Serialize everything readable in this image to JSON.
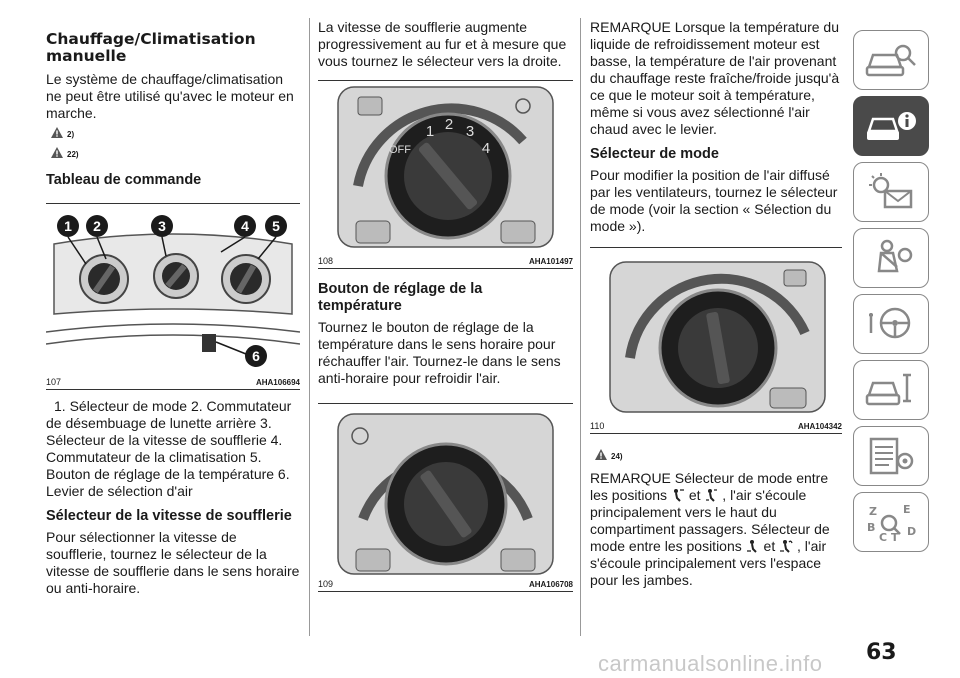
{
  "left": {
    "title_line1": "Chauffage/Climatisation",
    "title_line2": "manuelle",
    "intro": "Le système de chauffage/climatisation ne peut être utilisé qu'avec le moteur en marche.",
    "warn1": "2)",
    "warn2": "22)",
    "heading": "Tableau de commande",
    "fig": {
      "number": "107",
      "code": "AHA106694",
      "callouts": [
        "1",
        "2",
        "3",
        "4",
        "5",
        "6"
      ]
    },
    "list": "1. Sélecteur de mode 2. Commutateur de désembuage de lunette arrière 3. Sélecteur de la vitesse de soufflerie 4. Commutateur de la climatisation 5. Bouton de réglage de la température 6. Levier de sélection d'air",
    "heading2": "Sélecteur de la vitesse de soufflerie",
    "para2": "Pour sélectionner la vitesse de soufflerie, tournez le sélecteur de la vitesse de soufflerie dans le sens horaire ou anti-horaire."
  },
  "middle": {
    "para1": "La vitesse de soufflerie augmente progressivement au fur et à mesure que vous tournez le sélecteur vers la droite.",
    "fig1": {
      "number": "108",
      "code": "AHA101497",
      "labels": [
        "OFF",
        "1",
        "2",
        "3",
        "4"
      ]
    },
    "heading_line1": "Bouton de réglage de la",
    "heading_line2": "température",
    "para2": "Tournez le bouton de réglage de la température dans le sens horaire pour réchauffer l'air. Tournez-le dans le sens anti-horaire pour refroidir l'air.",
    "fig2": {
      "number": "109",
      "code": "AHA106708"
    }
  },
  "right": {
    "para1": "REMARQUE Lorsque la température du liquide de refroidissement moteur est basse, la température de l'air provenant du chauffage reste fraîche/froide jusqu'à ce que le moteur soit à température, même si vous avez sélectionné l'air chaud avec le levier.",
    "heading": "Sélecteur de mode",
    "para2": "Pour modifier la position de l'air diffusé par les ventilateurs, tournez le sélecteur de mode (voir la section « Sélection du mode »).",
    "fig": {
      "number": "110",
      "code": "AHA104342"
    },
    "warn": "24)",
    "note_a": "REMARQUE Sélecteur de mode entre les positions",
    "note_b": "et",
    "note_c": ", l'air s'écoule principalement vers le haut du compartiment passagers. Sélecteur de mode entre les positions",
    "note_d": "et",
    "note_e": ", l'air s'écoule principalement vers l'espace pour les jambes."
  },
  "sidebar": {
    "tabs": [
      "car-search-icon",
      "car-info-icon",
      "warning-lights-icon",
      "seat-airbag-icon",
      "steering-wheel-icon",
      "car-service-icon",
      "settings-list-icon",
      "alphabet-index-icon"
    ],
    "active_index": 1
  },
  "page_number": "63",
  "watermark": "carmanualsonline.info"
}
